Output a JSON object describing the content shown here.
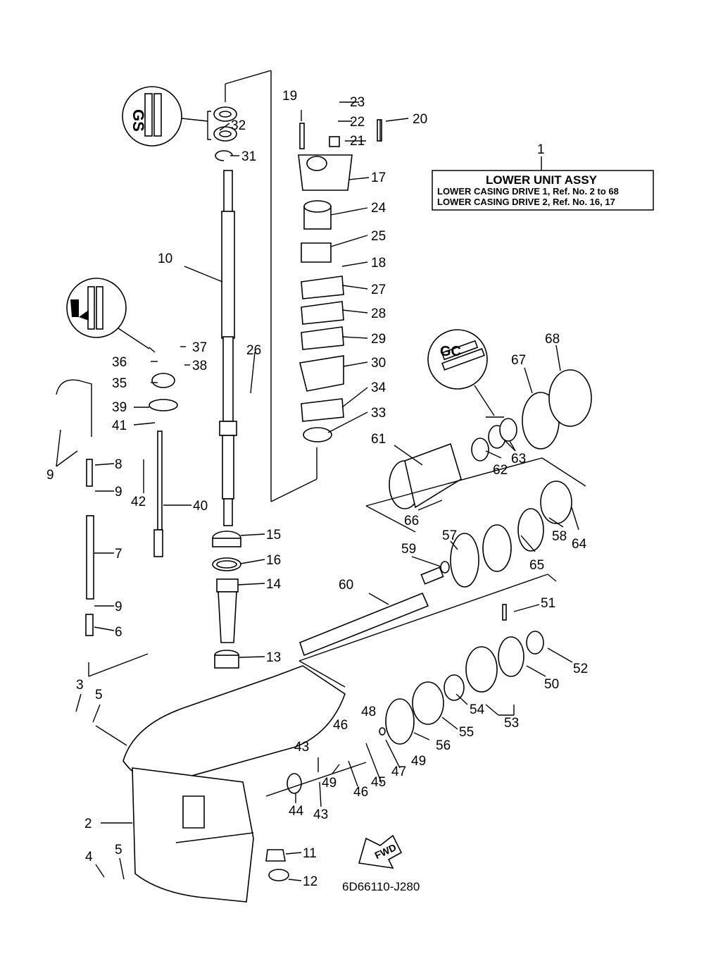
{
  "legend": {
    "ref_number": "1",
    "title": "LOWER UNIT ASSY",
    "line1": "LOWER CASING DRIVE 1,  Ref. No. 2 to 68",
    "line2": "LOWER CASING DRIVE 2,  Ref. No. 16, 17"
  },
  "diagram_code": "6D66110-J280",
  "fwd_arrow": "FWD",
  "callouts": {
    "c2": "2",
    "c3": "3",
    "c4": "4",
    "c5a": "5",
    "c5b": "5",
    "c6": "6",
    "c7": "7",
    "c8": "8",
    "c9a": "9",
    "c9b": "9",
    "c9c": "9",
    "c10": "10",
    "c11": "11",
    "c12": "12",
    "c13": "13",
    "c14": "14",
    "c15": "15",
    "c16": "16",
    "c17": "17",
    "c18": "18",
    "c19": "19",
    "c20": "20",
    "c21": "21",
    "c22": "22",
    "c23": "23",
    "c24": "24",
    "c25": "25",
    "c26": "26",
    "c27": "27",
    "c28": "28",
    "c29": "29",
    "c30": "30",
    "c31": "31",
    "c32": "32",
    "c33": "33",
    "c34": "34",
    "c35": "35",
    "c36": "36",
    "c37": "37",
    "c38": "38",
    "c39": "39",
    "c40": "40",
    "c41": "41",
    "c42": "42",
    "c43a": "43",
    "c43b": "43",
    "c44": "44",
    "c45": "45",
    "c46a": "46",
    "c46b": "46",
    "c47": "47",
    "c48": "48",
    "c49a": "49",
    "c49b": "49",
    "c50": "50",
    "c51": "51",
    "c52": "52",
    "c53": "53",
    "c54": "54",
    "c55": "55",
    "c56": "56",
    "c57": "57",
    "c58": "58",
    "c59": "59",
    "c60": "60",
    "c61": "61",
    "c62": "62",
    "c63": "63",
    "c64": "64",
    "c65": "65",
    "c66": "66",
    "c67": "67",
    "c68": "68"
  },
  "grease_icons": [
    "grease-icon-top",
    "sealant-icon-left",
    "grease-icon-right"
  ]
}
